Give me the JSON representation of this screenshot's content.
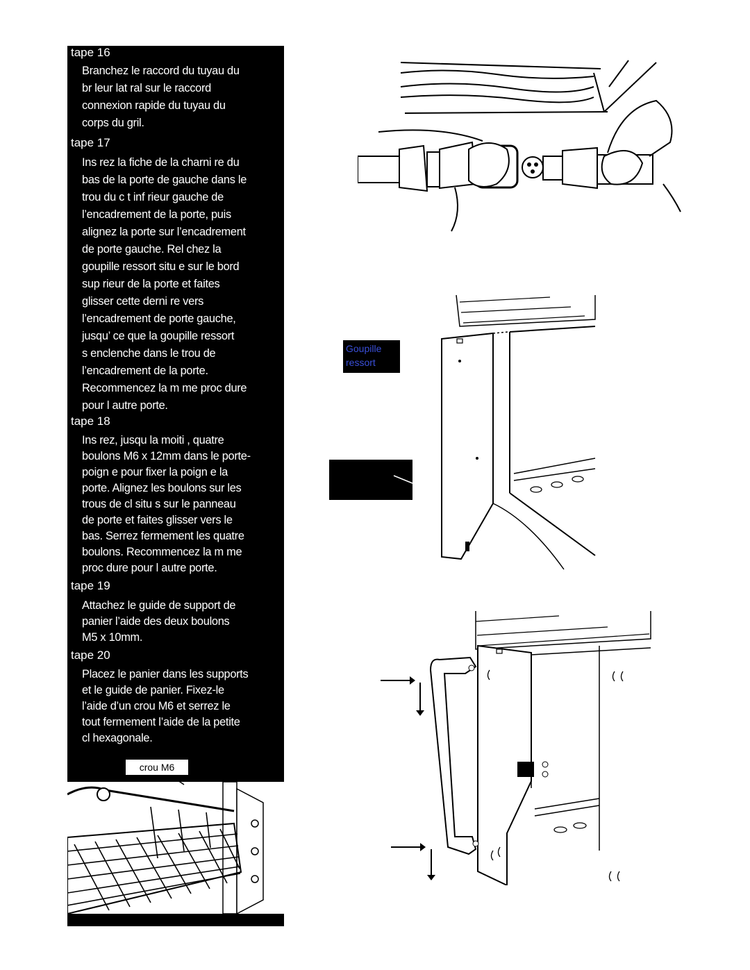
{
  "steps": [
    {
      "title": "tape 16",
      "text": "Branchez le raccord du tuyau du\nbr leur lat ral sur le raccord\nconnexion rapide du tuyau du\ncorps du gril."
    },
    {
      "title": "tape 17",
      "text": "Ins rez la fiche de la charni re du\nbas de la porte de gauche dans le\ntrou du c t  inf rieur gauche de\nl’encadrement de la porte, puis\nalignez la porte sur l’encadrement\nde porte gauche. Rel chez la\ngoupille   ressort situ e sur le bord\nsup rieur de la porte et faites\nglisser cette derni re vers\nl’encadrement de porte gauche,\njusqu’  ce que la goupille   ressort\ns enclenche dans le trou de\nl’encadrement de la porte.\nRecommencez la m me proc dure\npour l autre porte."
    },
    {
      "title": "tape 18",
      "text": "Ins rez, jusqu   la moiti , quatre\nboulons M6 x 12mm dans le porte-\npoign e pour fixer la poign e   la\nporte. Alignez les boulons sur les\ntrous de cl  situ s sur le panneau\nde porte et faites glisser vers le\nbas. Serrez fermement les quatre\nboulons. Recommencez la m me\nproc dure pour l autre porte."
    },
    {
      "title": "tape 19",
      "text": "Attachez le guide de support de\npanier   l’aide des deux boulons\nM5 x 10mm."
    },
    {
      "title": "tape 20",
      "text": "Placez le panier dans les supports\net le guide de panier. Fixez-le\nl’aide d’un  crou M6 et serrez le\ntout fermement   l’aide de la petite\ncl  hexagonale."
    }
  ],
  "labels": {
    "ecrou": "crou M6",
    "goupille": "Goupille\n  ressort"
  }
}
